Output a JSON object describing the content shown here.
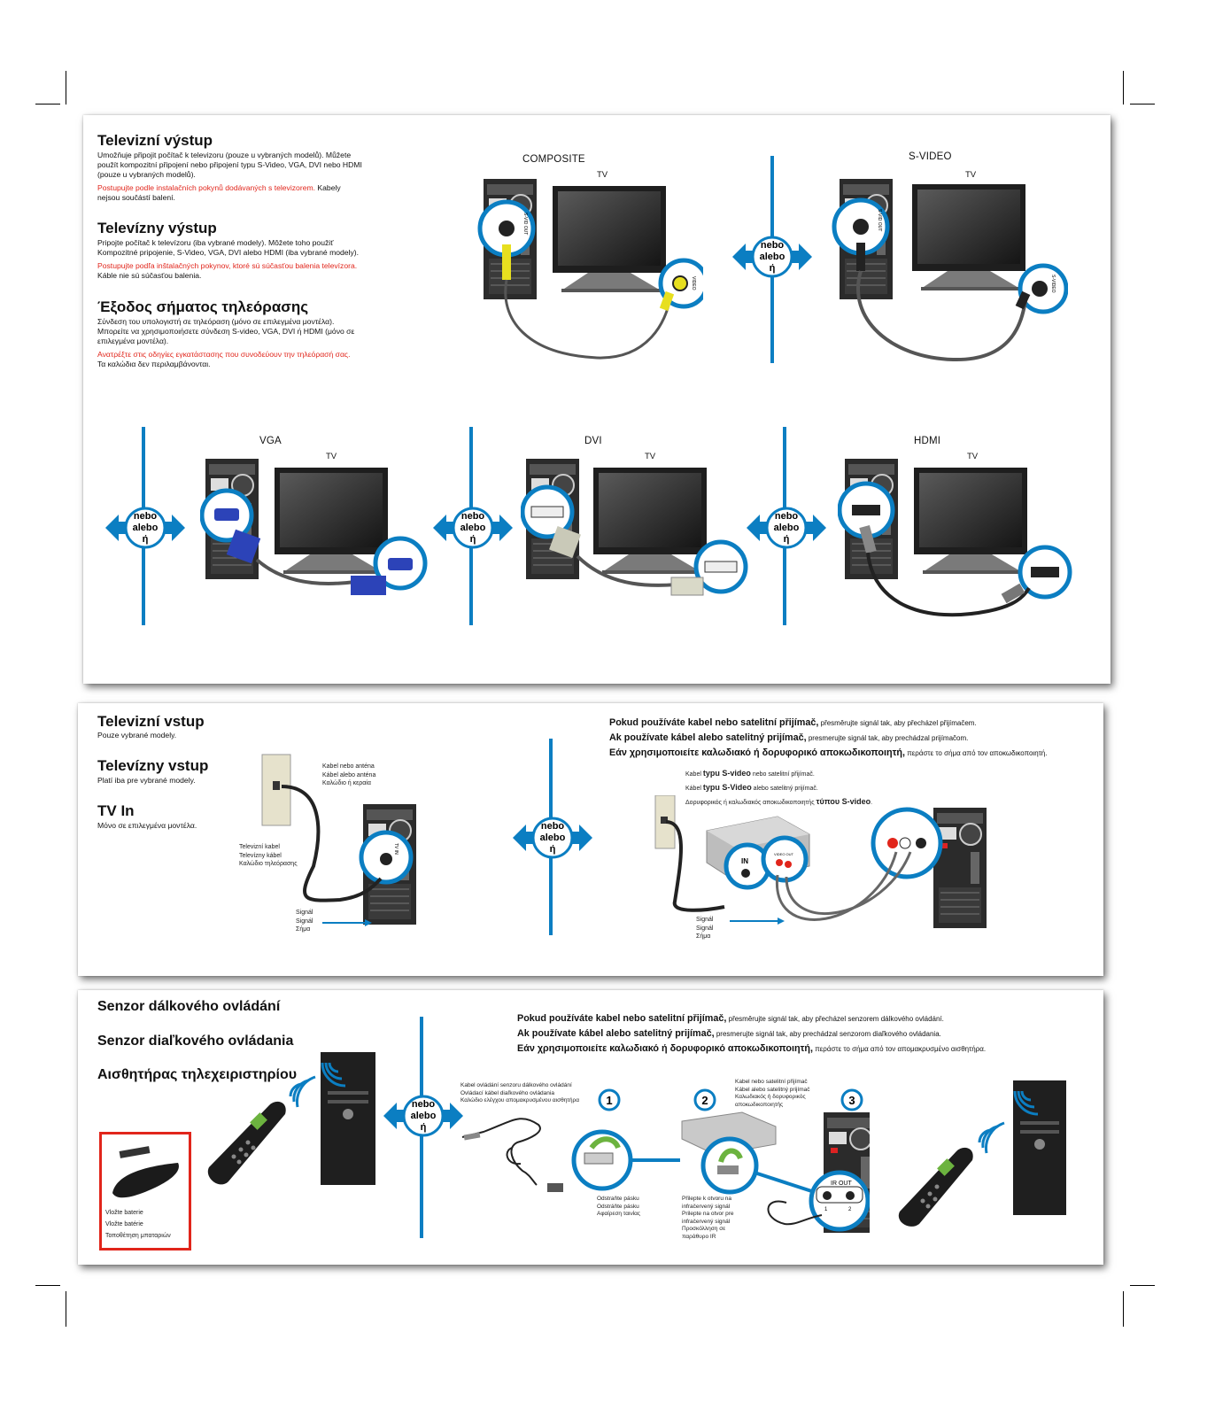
{
  "colors": {
    "accent_blue": "#0b7ec2",
    "red_text": "#e1251b",
    "yellow_cable": "#e7df1f",
    "vga_blue": "#2c43b8"
  },
  "s1": {
    "cz_title": "Televizní výstup",
    "cz_line1": "Umožňuje připojit počítač k televizoru (pouze u vybraných modelů). Můžete",
    "cz_line2": "použít kompozitní připojení nebo připojení typu S-Video, VGA, DVI nebo HDMI",
    "cz_line3": "(pouze u vybraných modelů).",
    "cz_red": "Postupujte podle instalačních pokynů dodávaných s televizorem.",
    "cz_after_red": " Kabely",
    "cz_line5": "nejsou součástí balení.",
    "sk_title": "Televízny výstup",
    "sk_line1": "Pripojte počítač k televízoru (iba vybrané modely). Môžete toho použiť",
    "sk_line2": "Kompozitné pripojenie, S-Video, VGA, DVI alebo HDMI (iba vybrané modely).",
    "sk_red": "Postupujte podľa inštalačných pokynov, ktoré sú súčasťou balenia televízora.",
    "sk_line4": "Káble nie sú súčasťou balenia.",
    "gr_title": "Έξοδος σήματος τηλεόρασης",
    "gr_line1": "Σύνδεση του υπολογιστή σε τηλεόραση (μόνο σε επιλεγμένα μοντέλα).",
    "gr_line2": "Μπορείτε να χρησιμοποιήσετε σύνδεση S-video, VGA, DVI ή HDMI (μόνο σε",
    "gr_line3": "επιλεγμένα μοντέλα).",
    "gr_red": "Ανατρέξτε στις οδηγίες εγκατάστασης που συνοδεύουν την τηλεόρασή σας.",
    "gr_line5": "Τα καλώδια δεν περιλαμβάνονται.",
    "composite": "COMPOSITE",
    "svideo": "S-VIDEO",
    "vga": "VGA",
    "dvi": "DVI",
    "hdmi": "HDMI",
    "tv": "TV",
    "svid_out": "S-VID OUT",
    "video": "VIDEO",
    "svideo_port": "S-VIDEO"
  },
  "or_badge": {
    "l1": "nebo",
    "l2": "alebo",
    "l3": "ή"
  },
  "s2": {
    "cz_title": "Televizní vstup",
    "cz_sub": "Pouze vybrané modely.",
    "sk_title": "Televízny vstup",
    "sk_sub": "Platí iba pre vybrané modely.",
    "gr_title": "TV In",
    "gr_sub": "Μόνο σε επιλεγμένα μοντέλα.",
    "antenna_cz": "Kabel nebo anténa",
    "antenna_sk": "Kábel alebo anténa",
    "antenna_gr": "Καλώδιο ή κεραία",
    "tvcable_cz": "Televizní kabel",
    "tvcable_sk": "Televízny kábel",
    "tvcable_gr": "Καλώδιο τηλεόρασης",
    "signal_cz": "Signál",
    "signal_sk": "Signál",
    "signal_gr": "Σήμα",
    "tvin": "TV IN",
    "cz_bold": "Pokud používáte kabel nebo satelitní přijímač,",
    "cz_rest": " přesměrujte signál tak, aby přecházel přijímačem.",
    "sk_bold": "Ak používate kábel alebo satelitný prijímač,",
    "sk_rest": " presmerujte signál tak, aby prechádzal prijímačom.",
    "gr_bold": "Εάν χρησιμοποιείτε καλωδιακό ή δορυφορικό αποκωδικοποιητή,",
    "gr_rest": " περάστε το σήμα από τον αποκωδικοποιητή.",
    "svt_cz_a": "Kabel ",
    "svt_cz_b": "typu S-video",
    "svt_cz_c": " nebo satelitní přijímač.",
    "svt_sk_a": "Kábel ",
    "svt_sk_b": "typu S-Video",
    "svt_sk_c": " alebo satelitný prijímač.",
    "svt_gr_a": "Δορυφορικός ή καλωδιακός αποκωδικοποιητής ",
    "svt_gr_b": "τύπου S-video",
    "svt_gr_c": ".",
    "in": "IN",
    "video_out": "VIDEO OUT"
  },
  "s3": {
    "cz_title": "Senzor dálkového ovládání",
    "sk_title": "Senzor diaľkového ovládania",
    "gr_title": "Αισθητήρας τηλεχειριστηρίου",
    "bat_cz": "Vložte baterie",
    "bat_sk": "Vložte batérie",
    "bat_gr": "Τοποθέτηση μπαταριών",
    "cz_bold": "Pokud používáte kabel nebo satelitní přijímač,",
    "cz_rest": " přesměrujte signál tak, aby přecházel senzorem dálkového ovládání.",
    "sk_bold": "Ak používate kábel alebo satelitný prijímač,",
    "sk_rest": " presmerujte signál tak, aby prechádzal senzorom diaľkového ovládania.",
    "gr_bold": "Εάν χρησιμοποιείτε καλωδιακό ή δορυφορικό αποκωδικοποιητή,",
    "gr_rest": " περάστε το σήμα από τον απομακρυσμένο αισθητήρα.",
    "ircable_cz": "Kabel ovládání senzoru dálkového ovládání",
    "ircable_sk": "Ovládací kábel diaľkového ovládania",
    "ircable_gr": "Καλώδιο ελέγχου απομακρυσμένου αισθητήρα",
    "step1": "1",
    "step2": "2",
    "step3": "3",
    "tape_cz": "Odstraňte pásku",
    "tape_sk": "Odstráňte pásku",
    "tape_gr": "Αφαίρεση ταινίας",
    "recv_cz": "Kabel nebo satelitní přijímač",
    "recv_sk": "Kábel alebo satelitný prijímač",
    "recv_gr1": "Καλωδιακός ή δορυφορικός",
    "recv_gr2": "αποκωδικοποιητής",
    "stick_cz1": "Přilepte k otvoru na",
    "stick_cz2": "infračervený signál",
    "stick_sk1": "Prilepte na otvor pre",
    "stick_sk2": "infračervený signál",
    "stick_gr1": "Προσκόλληση σε",
    "stick_gr2": "παράθυρο IR",
    "irout": "IR OUT",
    "p1": "1",
    "p2": "2"
  }
}
